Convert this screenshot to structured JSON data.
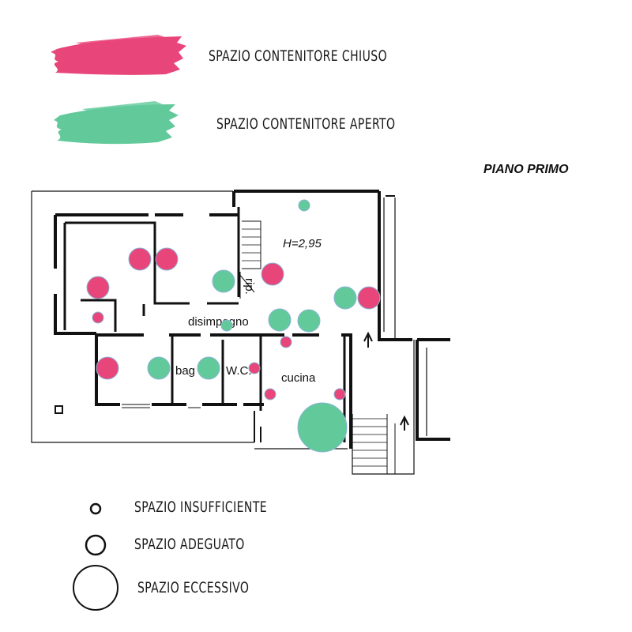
{
  "legend": {
    "closed_storage": "SPAZIO CONTENITORE CHIUSO",
    "open_storage": "SPAZIO CONTENITORE APERTO",
    "insufficient": "SPAZIO INSUFFICIENTE",
    "adequate": "SPAZIO ADEGUATO",
    "excessive": "SPAZIO ECCESSIVO"
  },
  "plan": {
    "title": "PIANO PRIMO",
    "height_label": "H=2,95",
    "rooms": {
      "disimpegno": "disimpegno",
      "bagno": "bag",
      "wc": "W.C.",
      "cucina": "cucina",
      "rip": "rip."
    }
  },
  "colors": {
    "closed": "#e8457a",
    "open": "#62c99b",
    "wall": "#111111"
  }
}
